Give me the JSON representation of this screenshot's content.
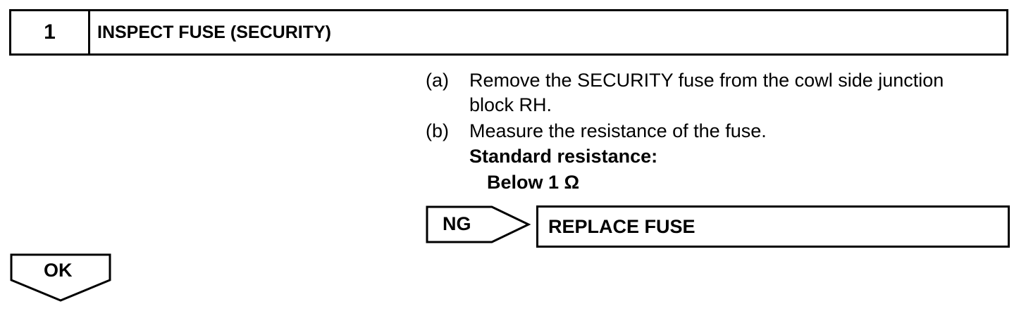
{
  "step": {
    "number": "1",
    "title": "INSPECT FUSE (SECURITY)"
  },
  "procedure": {
    "a_label": "(a)",
    "a_line1": "Remove the SECURITY fuse from the cowl side junction",
    "a_line2": "block RH.",
    "b_label": "(b)",
    "b_line1": "Measure the resistance of the fuse.",
    "spec_title": "Standard resistance:",
    "spec_value": "Below 1 Ω"
  },
  "ng": {
    "label": "NG",
    "action": "REPLACE FUSE"
  },
  "ok": {
    "label": "OK"
  }
}
